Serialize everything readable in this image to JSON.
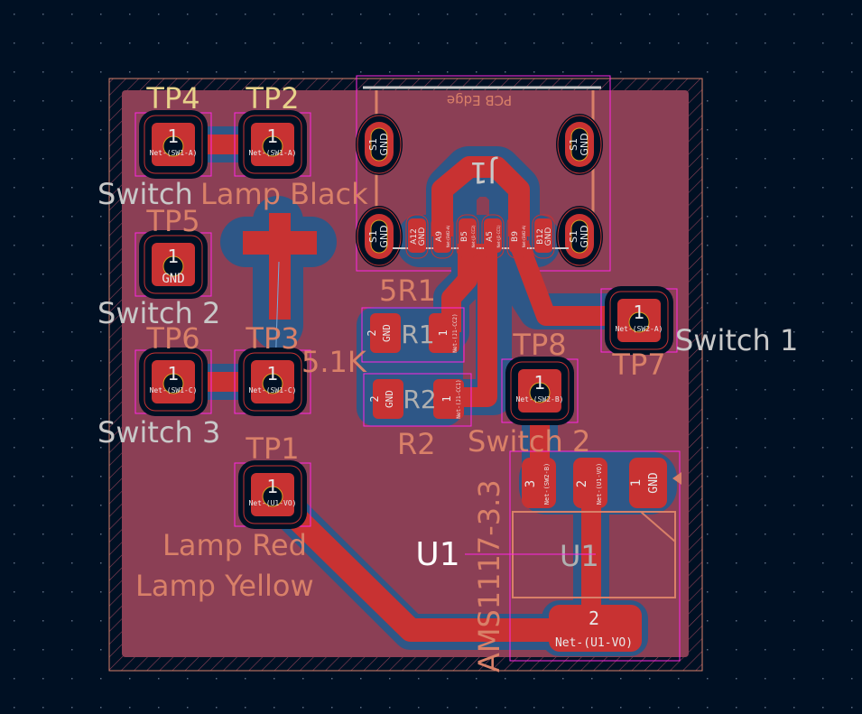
{
  "colors": {
    "background": "#001023",
    "board_fill": "#8b3f55",
    "copper_front": "#c83232",
    "zone_clearance": "#2e5787",
    "silkscreen_ref": "#e8d28a",
    "silkscreen_value": "#d98068",
    "courtyard": "#ff26e2",
    "fab_text": "#c8c8c8"
  },
  "board": {
    "edge_label": "PCB Edge"
  },
  "test_points": [
    {
      "ref": "TP4",
      "pad": "1",
      "net": "Net-(SW1-A)"
    },
    {
      "ref": "TP2",
      "pad": "1",
      "net": "Net-(SW1-A)"
    },
    {
      "ref": "TP5",
      "pad": "1",
      "net": "GND"
    },
    {
      "ref": "TP6",
      "pad": "1",
      "net": "Net-(SW1-C)"
    },
    {
      "ref": "TP3",
      "pad": "1",
      "net": "Net-(SW1-C)"
    },
    {
      "ref": "TP1",
      "pad": "1",
      "net": "Net-(U1-VO)"
    },
    {
      "ref": "TP8",
      "pad": "1",
      "net": "Net-(SW2-B)"
    },
    {
      "ref": "TP7",
      "pad": "1",
      "net": "Net-(SW2-A)"
    }
  ],
  "usb_connector": {
    "ref": "J1",
    "shield_pads": [
      {
        "name": "S1",
        "net": "GND"
      },
      {
        "name": "S1",
        "net": "GND"
      },
      {
        "name": "S1",
        "net": "GND"
      },
      {
        "name": "S1",
        "net": "GND"
      }
    ],
    "pads": [
      {
        "name": "A12",
        "net": "GND"
      },
      {
        "name": "A9",
        "net": "Net-(SW2-A)"
      },
      {
        "name": "B5",
        "net": "Net-(J1-CC2)"
      },
      {
        "name": "A5",
        "net": "Net-(J1-CC1)"
      },
      {
        "name": "B9",
        "net": "Net-(SW2-A)"
      },
      {
        "name": "B12",
        "net": "GND"
      }
    ]
  },
  "resistors": [
    {
      "ref": "R1",
      "value": "5.1K",
      "value_top": "5R1",
      "pads": [
        {
          "num": "2",
          "net": "GND"
        },
        {
          "num": "1",
          "net": "Net-(J1-CC2)"
        }
      ]
    },
    {
      "ref": "R2",
      "value": "5.1K",
      "pads": [
        {
          "num": "2",
          "net": "GND"
        },
        {
          "num": "1",
          "net": "Net-(J1-CC1)"
        }
      ]
    }
  ],
  "regulator": {
    "ref": "U1",
    "fab_ref": "U1",
    "value": "AMS1117-3.3",
    "pads": [
      {
        "num": "3",
        "net": "Net-(SW2-B)"
      },
      {
        "num": "2",
        "net": "Net-(U1-VO)"
      },
      {
        "num": "1",
        "net": "GND"
      },
      {
        "num": "2",
        "net": "Net-(U1-VO)"
      }
    ]
  },
  "labels": {
    "switch1": "Switch 1",
    "switch2_left": "Switch 2",
    "switch2_right": "Switch 2",
    "switch3": "Switch 3",
    "switch_top": "Switch",
    "lamp_black": "Lamp Black",
    "lamp_yellow": "Lamp Yellow",
    "lamp_red": "Lamp Red"
  }
}
